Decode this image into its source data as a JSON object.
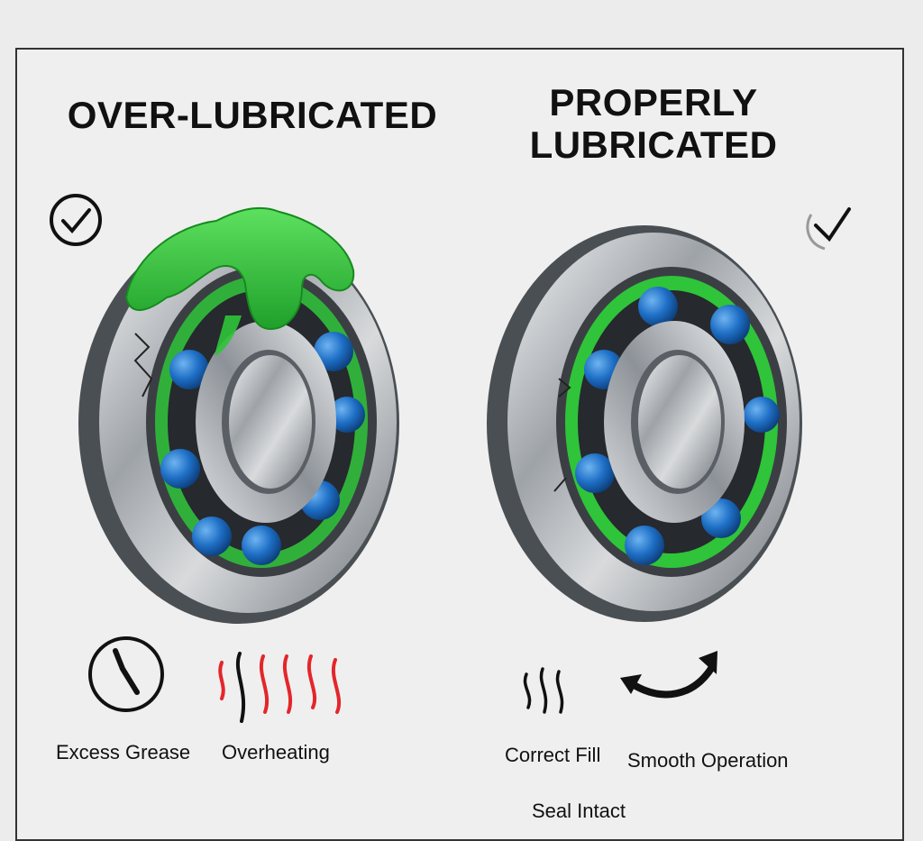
{
  "panels": {
    "left": {
      "title": "OVER-LUBRICATED",
      "labels": [
        "Excess Grease",
        "Overheating"
      ]
    },
    "right": {
      "title_line1": "PROPERLY",
      "title_line2": "LUBRICATED",
      "labels": [
        "Correct Fill",
        "Smooth Operation",
        "Seal Intact"
      ]
    }
  },
  "icons": {
    "left_badge": "check-circle-icon",
    "right_badge": "check-mark-icon",
    "excess_grease": "gauge-icon",
    "overheating": "heat-waves-icon",
    "correct_fill": "steam-icon",
    "smooth_operation": "rotation-arrow-icon"
  },
  "colors": {
    "grease": "#2fc43a",
    "balls": "#1e6fc6",
    "heat": "#e3262b",
    "steel": "#9aa0a6"
  }
}
